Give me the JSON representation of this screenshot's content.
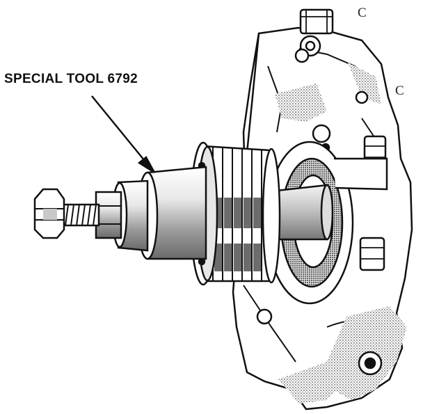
{
  "callout": {
    "label": "SPECIAL TOOL 6792"
  },
  "marks": {
    "first": "C",
    "second": "C"
  },
  "colors": {
    "ink": "#111111",
    "paper": "#ffffff",
    "shade": "#9a9a9a"
  }
}
